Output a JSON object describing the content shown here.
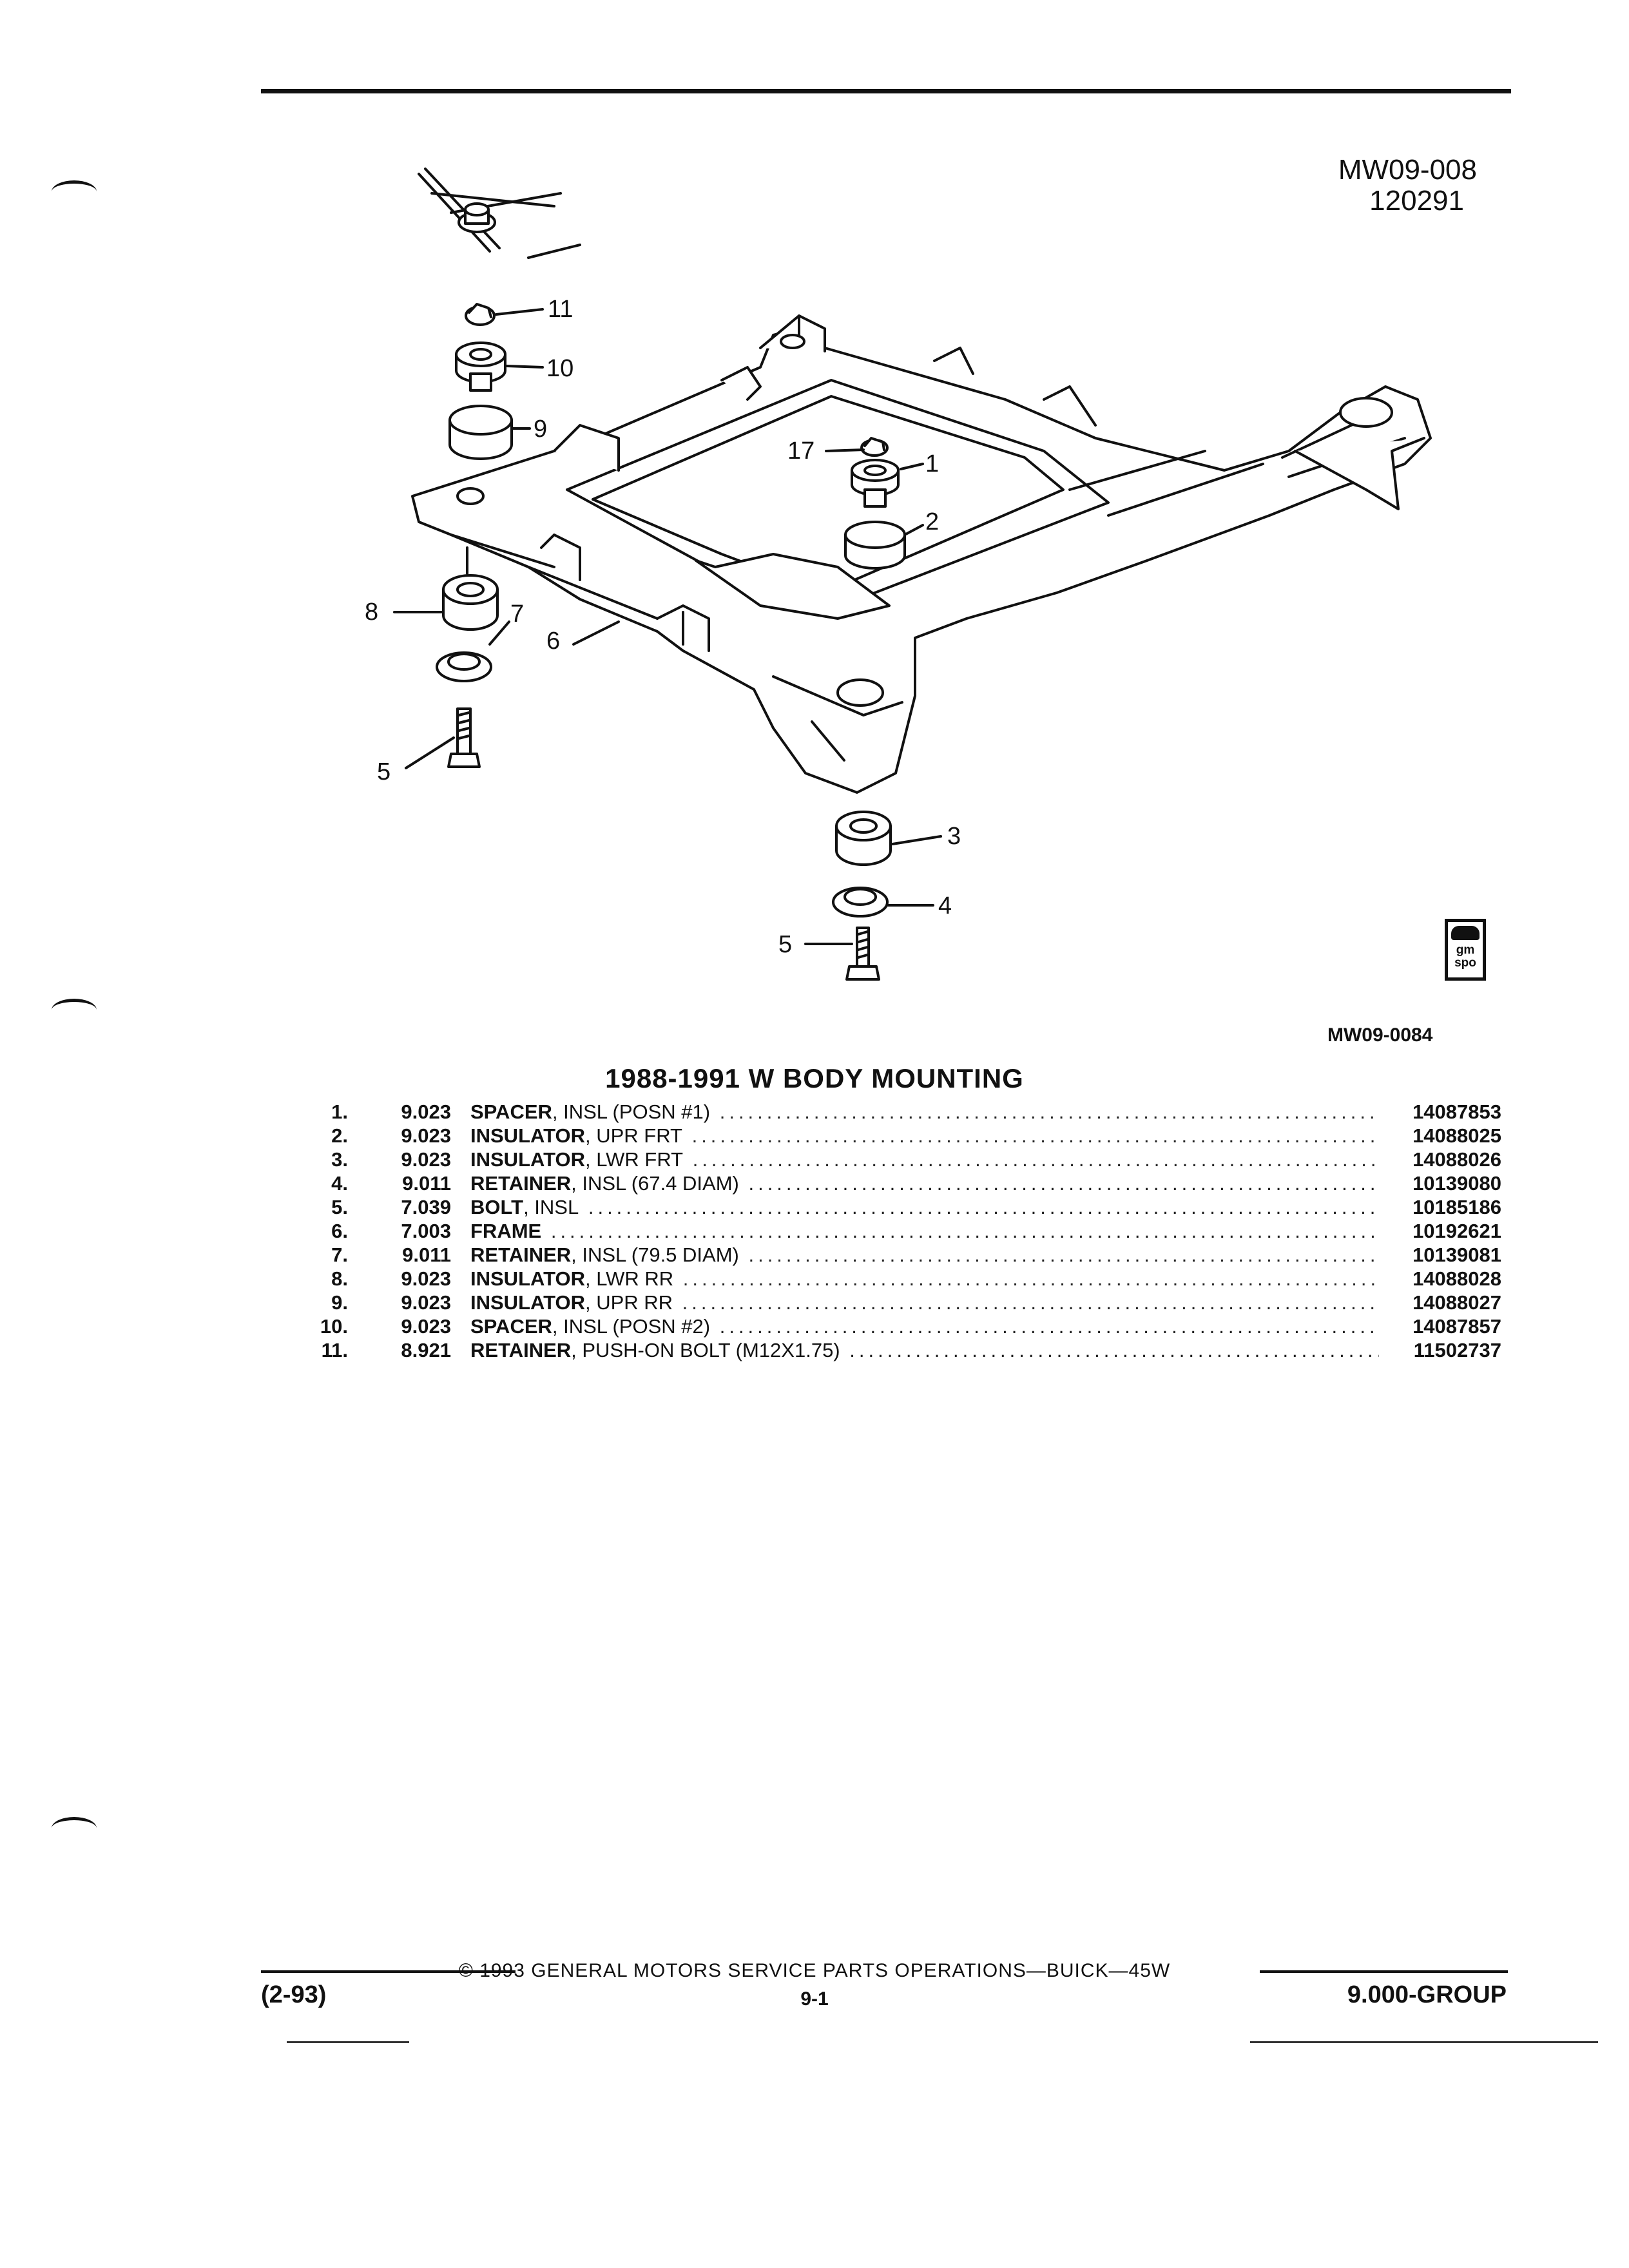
{
  "header": {
    "ref_code": "MW09-008",
    "ref_date": "120291"
  },
  "diagram": {
    "callouts": [
      "11",
      "10",
      "9",
      "17",
      "1",
      "2",
      "8",
      "7",
      "6",
      "5",
      "3",
      "4",
      "5"
    ],
    "badge_text": "gm spo",
    "code": "MW09-0084"
  },
  "section": {
    "title": "1988-1991 W BODY MOUNTING"
  },
  "parts": [
    {
      "item": "1.",
      "group": "9.023",
      "name": "SPACER",
      "detail": ", INSL (POSN #1)",
      "part_number": "14087853"
    },
    {
      "item": "2.",
      "group": "9.023",
      "name": "INSULATOR",
      "detail": ", UPR FRT",
      "part_number": "14088025"
    },
    {
      "item": "3.",
      "group": "9.023",
      "name": "INSULATOR",
      "detail": ", LWR FRT",
      "part_number": "14088026"
    },
    {
      "item": "4.",
      "group": "9.011",
      "name": "RETAINER",
      "detail": ", INSL (67.4 DIAM)",
      "part_number": "10139080"
    },
    {
      "item": "5.",
      "group": "7.039",
      "name": "BOLT",
      "detail": ", INSL",
      "part_number": "10185186"
    },
    {
      "item": "6.",
      "group": "7.003",
      "name": "FRAME",
      "detail": "",
      "part_number": "10192621"
    },
    {
      "item": "7.",
      "group": "9.011",
      "name": "RETAINER",
      "detail": ", INSL (79.5 DIAM)",
      "part_number": "10139081"
    },
    {
      "item": "8.",
      "group": "9.023",
      "name": "INSULATOR",
      "detail": ", LWR RR",
      "part_number": "14088028"
    },
    {
      "item": "9.",
      "group": "9.023",
      "name": "INSULATOR",
      "detail": ", UPR RR",
      "part_number": "14088027"
    },
    {
      "item": "10.",
      "group": "9.023",
      "name": "SPACER",
      "detail": ", INSL (POSN #2)",
      "part_number": "14087857"
    },
    {
      "item": "11.",
      "group": "8.921",
      "name": "RETAINER",
      "detail": ", PUSH-ON BOLT (M12X1.75)",
      "part_number": "11502737"
    }
  ],
  "footer": {
    "date_code": "(2-93)",
    "copyright": "© 1993 GENERAL MOTORS SERVICE PARTS OPERATIONS—BUICK—45W",
    "page": "9-1",
    "group": "9.000-GROUP"
  }
}
